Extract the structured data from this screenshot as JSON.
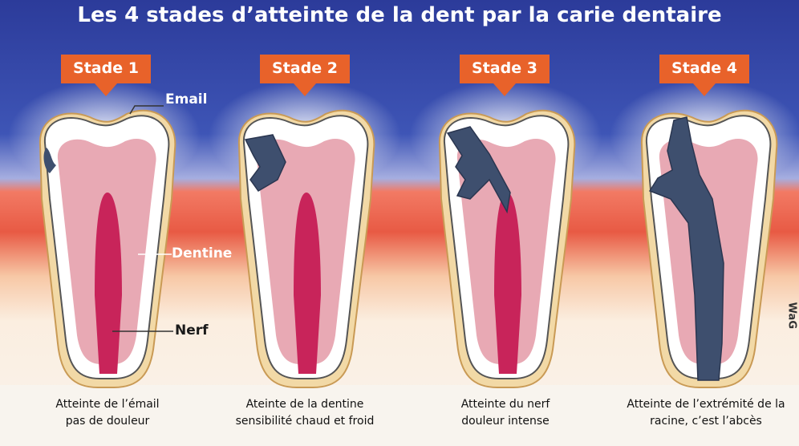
{
  "title": "Les 4 stades d’atteinte de la dent par la carie dentaire",
  "stages": [
    {
      "label": "Stade 1",
      "caption": [
        "Atteinte de l’émail",
        "pas de douleur"
      ]
    },
    {
      "label": "Stade 2",
      "caption": [
        "Ateinte de la dentine",
        "sensibilité chaud et froid"
      ]
    },
    {
      "label": "Stade 3",
      "caption": [
        "Atteinte du nerf",
        "douleur intense"
      ]
    },
    {
      "label": "Stade 4",
      "caption": [
        "Atteinte de l’extrémité de la",
        "racine, c’est l’abcès"
      ]
    }
  ],
  "annotations": {
    "email": "Email",
    "dentine": "Dentine",
    "nerf": "Nerf"
  },
  "signature": "WaG",
  "colors": {
    "badge": "#e8622a",
    "enamel": "#ffffff",
    "dentine": "#e8a9b4",
    "nerve": "#c8245a",
    "decay": "#3e4f6e",
    "sky": "#2e3d9c",
    "gum": "#e8554a",
    "bone": "#f2d9a6"
  }
}
